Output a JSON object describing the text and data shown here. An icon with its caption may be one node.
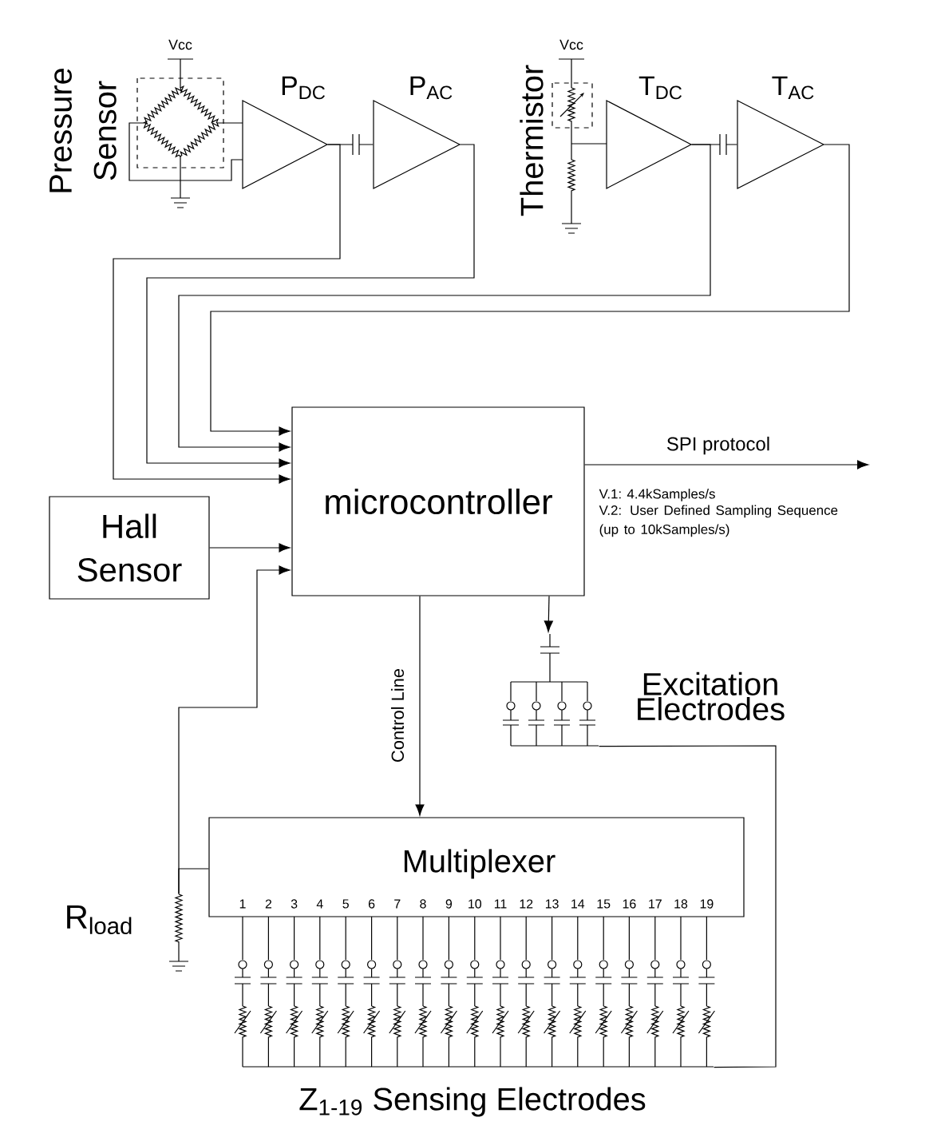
{
  "diagram": {
    "nodes": [
      {
        "text": [
          "P$_{DC}$"
        ]
      },
      {
        "text": [
          "P$_{AC}$"
        ]
      },
      {
        "text": [
          "T$_{DC}$"
        ]
      },
      {
        "text": [
          "T$_{AC}$"
        ]
      },
      {
        "text": [
          "microcontroller"
        ]
      },
      {
        "text": [
          "Hall Sensor"
        ]
      },
      {
        "text": [
          "Multiplexer",
          "1",
          "2",
          "3",
          "4",
          "5",
          "6",
          "7",
          "8",
          "9",
          "10",
          "11",
          "12",
          "13",
          "14",
          "15",
          "16",
          "17",
          "18",
          "19"
        ]
      },
      {
        "text": [],
        "shape": "resistor",
        "beside": [
          "R$_{load}$"
        ]
      },
      {
        "text": [],
        "shape": "capacitor",
        "beside": [
          "Excitation Electrodes"
        ]
      },
      {
        "text": [],
        "shape": "capacitor",
        "beside": [
          "Z$_{1-19}$ Sensing Electrodes"
        ]
      }
    ],
    "edges": [
      {
        "from": 0,
        "to": 1,
        "arrow": "none"
      },
      {
        "from": 2,
        "to": 3,
        "arrow": "none"
      },
      {
        "from": 0,
        "to": 4,
        "arrow": "to"
      },
      {
        "from": 1,
        "to": 4,
        "arrow": "to"
      },
      {
        "from": 2,
        "to": 4,
        "arrow": "to"
      },
      {
        "from": 3,
        "to": 4,
        "arrow": "to"
      },
      {
        "from": 5,
        "to": 4,
        "arrow": "to"
      },
      {
        "from": 7,
        "to": 4,
        "arrow": "to"
      },
      {
        "from": 6,
        "to": 7,
        "arrow": "none"
      },
      {
        "from": 4,
        "to": null,
        "arrow": "to",
        "label": "SPI protocol"
      },
      {
        "from": 4,
        "to": 6,
        "arrow": "to",
        "label": "Control Line"
      },
      {
        "from": 4,
        "to": 8,
        "arrow": "to"
      },
      {
        "from": 8,
        "to": 9,
        "arrow": "none"
      }
    ],
    "labels": [
      "Vcc",
      "Pressure Sensor",
      "Vcc",
      "Thermistor",
      "V.1: 4.4kSamples/s",
      "V.2: User Defined Sampling Sequence (up to 10kSamples/s)"
    ]
  }
}
